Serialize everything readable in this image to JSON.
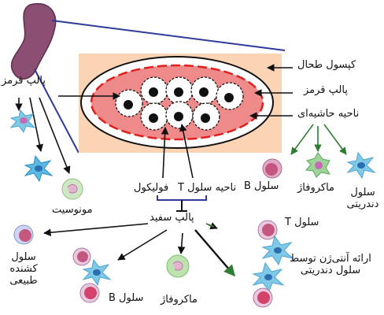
{
  "labels": {
    "capsule": "کپسول طحال",
    "red_pulp_inner": "پالپ قرمز",
    "marginal_zone": "ناحیه حاشیه‌ای",
    "red_pulp": "پالپ قرمز",
    "monocyte": "مونوسیت",
    "follicle": "فولیکول",
    "t_cell_zone": "ناحیه سلول T",
    "b_cell_top": "سلول B",
    "macrophage_top": "ماکروفاژ",
    "dendritic_top": "سلول دندریتی",
    "white_pulp": "پالپ سفید",
    "nk_cell": "سلول کشنده طبیعی",
    "b_cell_bottom": "سلول B",
    "macrophage_bottom": "ماکروفاژ",
    "t_cell": "سلول T",
    "antigen_presentation": "ارائه آنتی‌ژن توسط سلول دندریتی"
  }
}
